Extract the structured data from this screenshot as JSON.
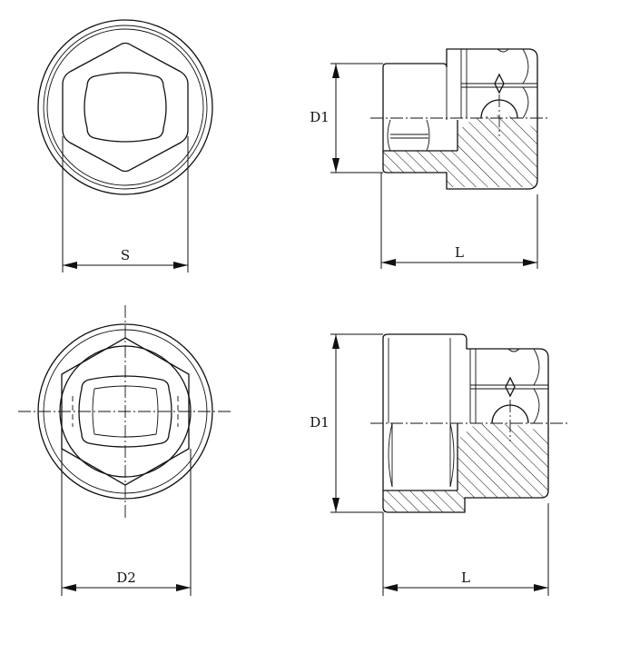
{
  "labels": {
    "s": "S",
    "d1_top": "D1",
    "l_top": "L",
    "d2": "D2",
    "d1_bottom": "D1",
    "l_bottom": "L"
  }
}
